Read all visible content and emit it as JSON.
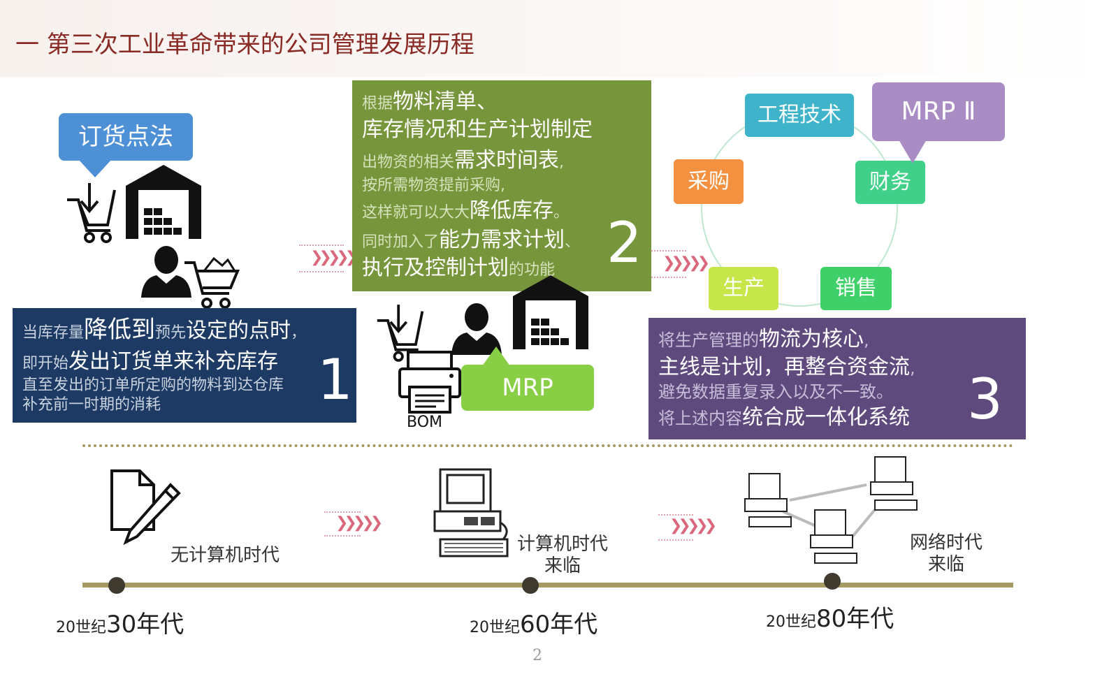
{
  "title": "一 第三次工业革命带来的公司管理发展历程",
  "stage1": {
    "bubble": "订货点法",
    "number": "1",
    "lines": [
      [
        {
          "t": "当库存量",
          "s": "dim"
        },
        {
          "t": "降低到",
          "s": "big"
        },
        {
          "t": "预先",
          "s": "dim"
        },
        {
          "t": "设定的点时",
          "s": "mid"
        },
        {
          "t": "，",
          "s": "dim"
        }
      ],
      [
        {
          "t": "即开始",
          "s": "dim"
        },
        {
          "t": "发出订货单来补充库存",
          "s": "mid"
        }
      ],
      [
        {
          "t": "直至发出的订单所定购的物料到达仓库",
          "s": "dim"
        }
      ],
      [
        {
          "t": "补充前一时期的消耗",
          "s": "dim"
        }
      ]
    ]
  },
  "stage2": {
    "number": "2",
    "bubble": "MRP",
    "bom_label": "BOM",
    "lines": [
      [
        {
          "t": "根据",
          "s": "dim2"
        },
        {
          "t": "物料清单",
          "s": "mid"
        },
        {
          "t": "、",
          "s": "mid"
        }
      ],
      [
        {
          "t": "库存情况和生产计划制定",
          "s": "mid"
        }
      ],
      [
        {
          "t": "出物资的相关",
          "s": "dim2"
        },
        {
          "t": "需求时间表",
          "s": "mid"
        },
        {
          "t": ",",
          "s": "dim2"
        }
      ],
      [
        {
          "t": "按所需物资提前采购,",
          "s": "dim2"
        }
      ],
      [
        {
          "t": "这样就可以大大",
          "s": "dim2"
        },
        {
          "t": "降低库存",
          "s": "mid"
        },
        {
          "t": "。",
          "s": "dim2"
        }
      ],
      [
        {
          "t": "同时加入了",
          "s": "dim2"
        },
        {
          "t": "能力需求计划",
          "s": "mid"
        },
        {
          "t": "、",
          "s": "dim2"
        }
      ],
      [
        {
          "t": "执行及控制计划",
          "s": "mid"
        },
        {
          "t": "的功能",
          "s": "dim2"
        }
      ]
    ]
  },
  "stage3": {
    "number": "3",
    "bubble": "MRP Ⅱ",
    "nodes": {
      "engineering": "工程技术",
      "finance": "财务",
      "sales": "销售",
      "production": "生产",
      "purchasing": "采购"
    },
    "lines": [
      [
        {
          "t": "将生产管理的",
          "s": "dim3"
        },
        {
          "t": "物流为核心",
          "s": "mid"
        },
        {
          "t": ",",
          "s": "dim3"
        }
      ],
      [
        {
          "t": "主线是计划，再整合资金流",
          "s": "mid"
        },
        {
          "t": ",",
          "s": "dim3"
        }
      ],
      [
        {
          "t": "避免数据重复录入以及不一致。",
          "s": "dim3"
        }
      ],
      [
        {
          "t": "将上述内容",
          "s": "dim3"
        },
        {
          "t": "统合成一体化系统",
          "s": "mid"
        }
      ]
    ]
  },
  "timeline": {
    "eras": [
      {
        "label": "无计算机时代",
        "year_prefix": "20世纪",
        "year_big": "30年代"
      },
      {
        "label": "计算机时代\n来临",
        "year_prefix": "20世纪",
        "year_big": "60年代"
      },
      {
        "label": "网络时代\n来临",
        "year_prefix": "20世纪",
        "year_big": "80年代"
      }
    ]
  },
  "page_number": "2",
  "colors": {
    "title": "#8a2a24",
    "stage1_box": "#1c3a63",
    "stage2_box": "#77953b",
    "stage3_box": "#5f4a7e",
    "order_bubble": "#4d90d6",
    "mrp_bubble": "#88cf45",
    "mrp2_bubble": "#a98cc4",
    "node_engineering": "#3fb3c9",
    "node_finance": "#41d08a",
    "node_sales": "#3fd06a",
    "node_production": "#c6e64a",
    "node_purchasing": "#f39140",
    "timeline": "#a69a63"
  },
  "icons": [
    "cart-download-icon",
    "warehouse-icon",
    "person-icon",
    "cart-full-icon",
    "printer-icon",
    "document-pen-icon",
    "computer-icon",
    "network-icon"
  ]
}
